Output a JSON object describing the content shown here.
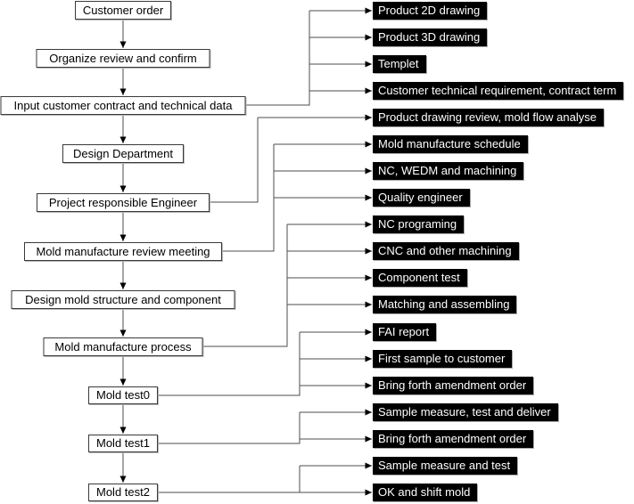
{
  "flow": {
    "left_nodes": [
      {
        "label": "Customer order"
      },
      {
        "label": "Organize review and confirm"
      },
      {
        "label": "Input customer contract and technical data"
      },
      {
        "label": "Design Department"
      },
      {
        "label": "Project responsible Engineer"
      },
      {
        "label": "Mold manufacture review meeting"
      },
      {
        "label": "Design mold structure and component"
      },
      {
        "label": "Mold manufacture process"
      },
      {
        "label": "Mold test0"
      },
      {
        "label": "Mold test1"
      },
      {
        "label": "Mold test2"
      }
    ],
    "right_nodes": [
      {
        "label": "Product 2D drawing"
      },
      {
        "label": "Product 3D drawing"
      },
      {
        "label": "Templet"
      },
      {
        "label": "Customer technical requirement, contract term"
      },
      {
        "label": "Product drawing review, mold flow analyse"
      },
      {
        "label": "Mold manufacture schedule"
      },
      {
        "label": "NC, WEDM and machining"
      },
      {
        "label": "Quality engineer"
      },
      {
        "label": "NC programing"
      },
      {
        "label": "CNC and other machining"
      },
      {
        "label": "Component test"
      },
      {
        "label": "Matching and assembling"
      },
      {
        "label": "FAI report"
      },
      {
        "label": "First sample to customer"
      },
      {
        "label": "Bring forth amendment order"
      },
      {
        "label": "Sample measure, test and deliver"
      },
      {
        "label": "Bring forth amendment order"
      },
      {
        "label": "Sample measure and test"
      },
      {
        "label": "OK and shift mold"
      }
    ],
    "links": [
      {
        "from": "Input customer contract and technical data",
        "to": [
          "Product 2D drawing",
          "Product 3D drawing",
          "Templet",
          "Customer technical requirement, contract term"
        ]
      },
      {
        "from": "Project responsible Engineer",
        "to": [
          "Product drawing review, mold flow analyse"
        ]
      },
      {
        "from": "Mold manufacture review meeting",
        "to": [
          "Mold manufacture schedule",
          "NC, WEDM and machining",
          "Quality engineer"
        ]
      },
      {
        "from": "Mold manufacture process",
        "to": [
          "NC programing",
          "CNC and other machining",
          "Component test",
          "Matching and assembling"
        ]
      },
      {
        "from": "Mold test0",
        "to": [
          "FAI report",
          "First sample to customer",
          "Bring forth amendment order"
        ]
      },
      {
        "from": "Mold test1",
        "to": [
          "Sample measure, test and deliver",
          "Bring forth amendment order"
        ]
      },
      {
        "from": "Mold test2",
        "to": [
          "Sample measure and test",
          "OK and shift mold"
        ]
      }
    ]
  },
  "colors": {
    "node_fill": "#ffffff",
    "node_border": "#3a3a3a",
    "output_fill": "#000000",
    "output_text": "#ffffff",
    "connector": "#4d4d4d",
    "background": "#ffffff"
  }
}
